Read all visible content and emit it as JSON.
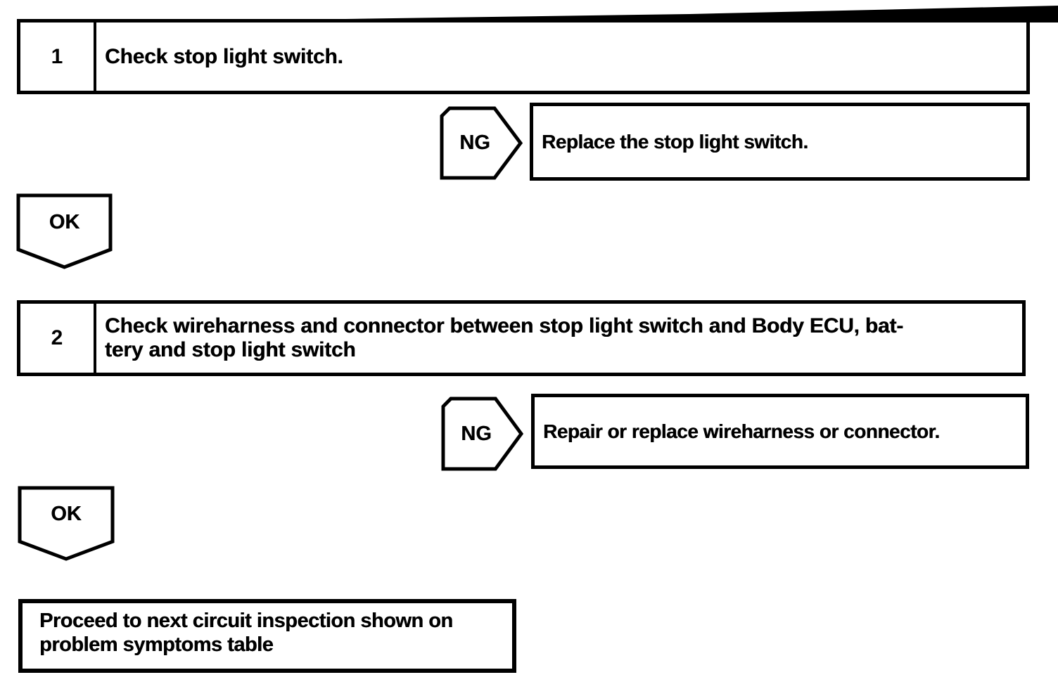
{
  "colors": {
    "ink": "#000000",
    "paper": "#ffffff"
  },
  "flow": {
    "step1": {
      "number": "1",
      "instruction": "Check stop light switch."
    },
    "ng1": {
      "label": "NG"
    },
    "result1": {
      "text": "Replace the stop light switch."
    },
    "ok1": {
      "label": "OK"
    },
    "step2": {
      "number": "2",
      "instruction": "Check wireharness and connector between stop light switch and Body ECU, bat-\ntery and stop light switch"
    },
    "ng2": {
      "label": "NG"
    },
    "result2": {
      "text": "Repair or replace wireharness or connector."
    },
    "ok2": {
      "label": "OK"
    },
    "final": {
      "text": "Proceed to next circuit inspection shown on\nproblem symptoms table"
    }
  }
}
